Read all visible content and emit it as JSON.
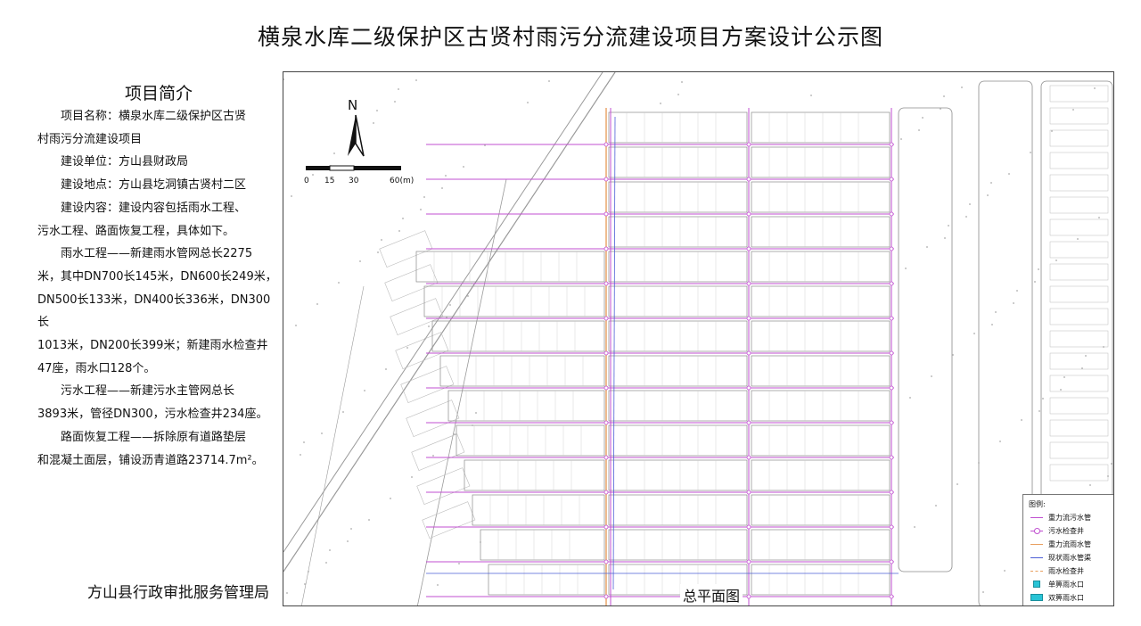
{
  "title": "横泉水库二级保护区古贤村雨污分流建设项目方案设计公示图",
  "intro": {
    "heading": "项目简介",
    "name_line1": "项目名称：横泉水库二级保护区古贤",
    "name_line2": "村雨污分流建设项目",
    "unit": "建设单位：方山县财政局",
    "location": "建设地点：方山县圪洞镇古贤村二区",
    "content_line1": "建设内容：建设内容包括雨水工程、",
    "content_line2": "污水工程、路面恢复工程，具体如下。",
    "rain_line1": "雨水工程——新建雨水管网总长2275",
    "rain_line2": "米，其中DN700长145米，DN600长249米，",
    "rain_line3": "DN500长133米，DN400长336米，DN300长",
    "rain_line4": "1013米，DN200长399米；新建雨水检查井",
    "rain_line5": "47座，雨水口128个。",
    "sewage_line1": "污水工程——新建污水主管网总长",
    "sewage_line2": "3893米，管径DN300，污水检查井234座。",
    "road_line1": "路面恢复工程——拆除原有道路垫层",
    "road_line2": "和混凝土面层，铺设沥青道路23714.7m²。"
  },
  "agency": "方山县行政审批服务管理局",
  "map": {
    "north_label": "N",
    "scale_ticks": [
      "0",
      "15",
      "30",
      "60(m)"
    ],
    "plan_title": "总平面图",
    "legend": {
      "title": "图例:",
      "items": [
        {
          "label": "重力流污水管",
          "color": "#c04fd0",
          "icon": "solid-line"
        },
        {
          "label": "污水检查井",
          "color": "#c04fd0",
          "icon": "circle-on-line"
        },
        {
          "label": "重力流雨水管",
          "color": "#e8a060",
          "icon": "solid-line"
        },
        {
          "label": "现状雨水管渠",
          "color": "#4d5fd6",
          "icon": "solid-line"
        },
        {
          "label": "雨水检查井",
          "color": "#e8a060",
          "icon": "dashed-line"
        },
        {
          "label": "单箅雨水口",
          "color": "#29c4d6",
          "icon": "single-square"
        },
        {
          "label": "双箅雨水口",
          "color": "#29c4d6",
          "icon": "double-square"
        }
      ]
    },
    "colors": {
      "sewage": "#c04fd0",
      "rain": "#e8a060",
      "existing_rain": "#4d5fd6",
      "inlet": "#29c4d6",
      "linework": "#9a9a9a"
    }
  }
}
